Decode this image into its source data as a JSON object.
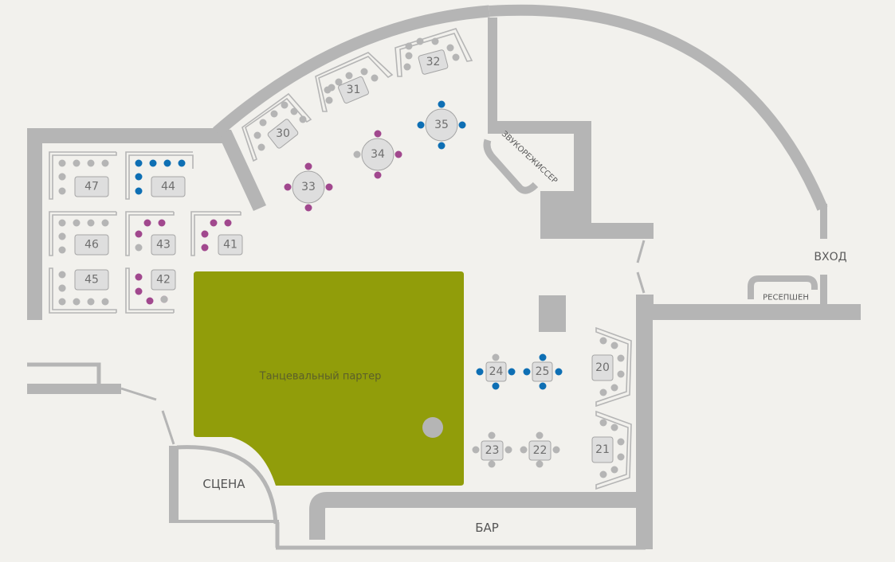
{
  "colors": {
    "background": "#f2f1ed",
    "wall": "#b5b5b5",
    "seat_free": "#b5b5b5",
    "seat_blue": "#0e6fb4",
    "seat_purple": "#a1488e",
    "dance_floor": "#919d0a",
    "table_fill": "#dedede"
  },
  "labels": {
    "entrance": "ВХОД",
    "reception": "РЕСЕПШЕН",
    "sound_engineer": "ЗВУКОРЕЖИССЕР",
    "dance_floor": "Танцевальный партер",
    "stage": "СЦЕНА",
    "bar": "БАР"
  },
  "tables": [
    {
      "id": "47",
      "seats": [
        "free",
        "free",
        "free",
        "free",
        "free",
        "free",
        "free"
      ]
    },
    {
      "id": "44",
      "seats": [
        "blue",
        "blue",
        "blue",
        "blue",
        "blue",
        "blue"
      ]
    },
    {
      "id": "46",
      "seats": [
        "free",
        "free",
        "free",
        "free",
        "free",
        "free",
        "free"
      ]
    },
    {
      "id": "43",
      "seats": [
        "purple",
        "purple",
        "purple",
        "free"
      ]
    },
    {
      "id": "41",
      "seats": [
        "purple",
        "purple",
        "purple",
        "purple"
      ]
    },
    {
      "id": "45",
      "seats": [
        "free",
        "free",
        "free",
        "free",
        "free",
        "free",
        "free"
      ]
    },
    {
      "id": "42",
      "seats": [
        "purple",
        "purple",
        "purple",
        "purple",
        "free"
      ]
    },
    {
      "id": "30",
      "seats": [
        "free",
        "free",
        "free",
        "free",
        "free",
        "free",
        "free"
      ]
    },
    {
      "id": "31",
      "seats": [
        "free",
        "free",
        "free",
        "free",
        "free",
        "free",
        "free"
      ]
    },
    {
      "id": "32",
      "seats": [
        "free",
        "free",
        "free",
        "free",
        "free",
        "free",
        "free"
      ]
    },
    {
      "id": "33",
      "seats": [
        "purple",
        "purple",
        "purple",
        "purple"
      ]
    },
    {
      "id": "34",
      "seats": [
        "free",
        "purple",
        "purple",
        "purple"
      ]
    },
    {
      "id": "35",
      "seats": [
        "blue",
        "blue",
        "blue",
        "blue"
      ]
    },
    {
      "id": "24",
      "seats": [
        "free",
        "blue",
        "blue",
        "blue"
      ]
    },
    {
      "id": "25",
      "seats": [
        "blue",
        "blue",
        "blue",
        "blue"
      ]
    },
    {
      "id": "23",
      "seats": [
        "free",
        "free",
        "free",
        "free"
      ]
    },
    {
      "id": "22",
      "seats": [
        "free",
        "free",
        "free",
        "free"
      ]
    },
    {
      "id": "20",
      "seats": [
        "free",
        "free",
        "free",
        "free",
        "free",
        "free"
      ]
    },
    {
      "id": "21",
      "seats": [
        "free",
        "free",
        "free",
        "free",
        "free",
        "free"
      ]
    }
  ]
}
